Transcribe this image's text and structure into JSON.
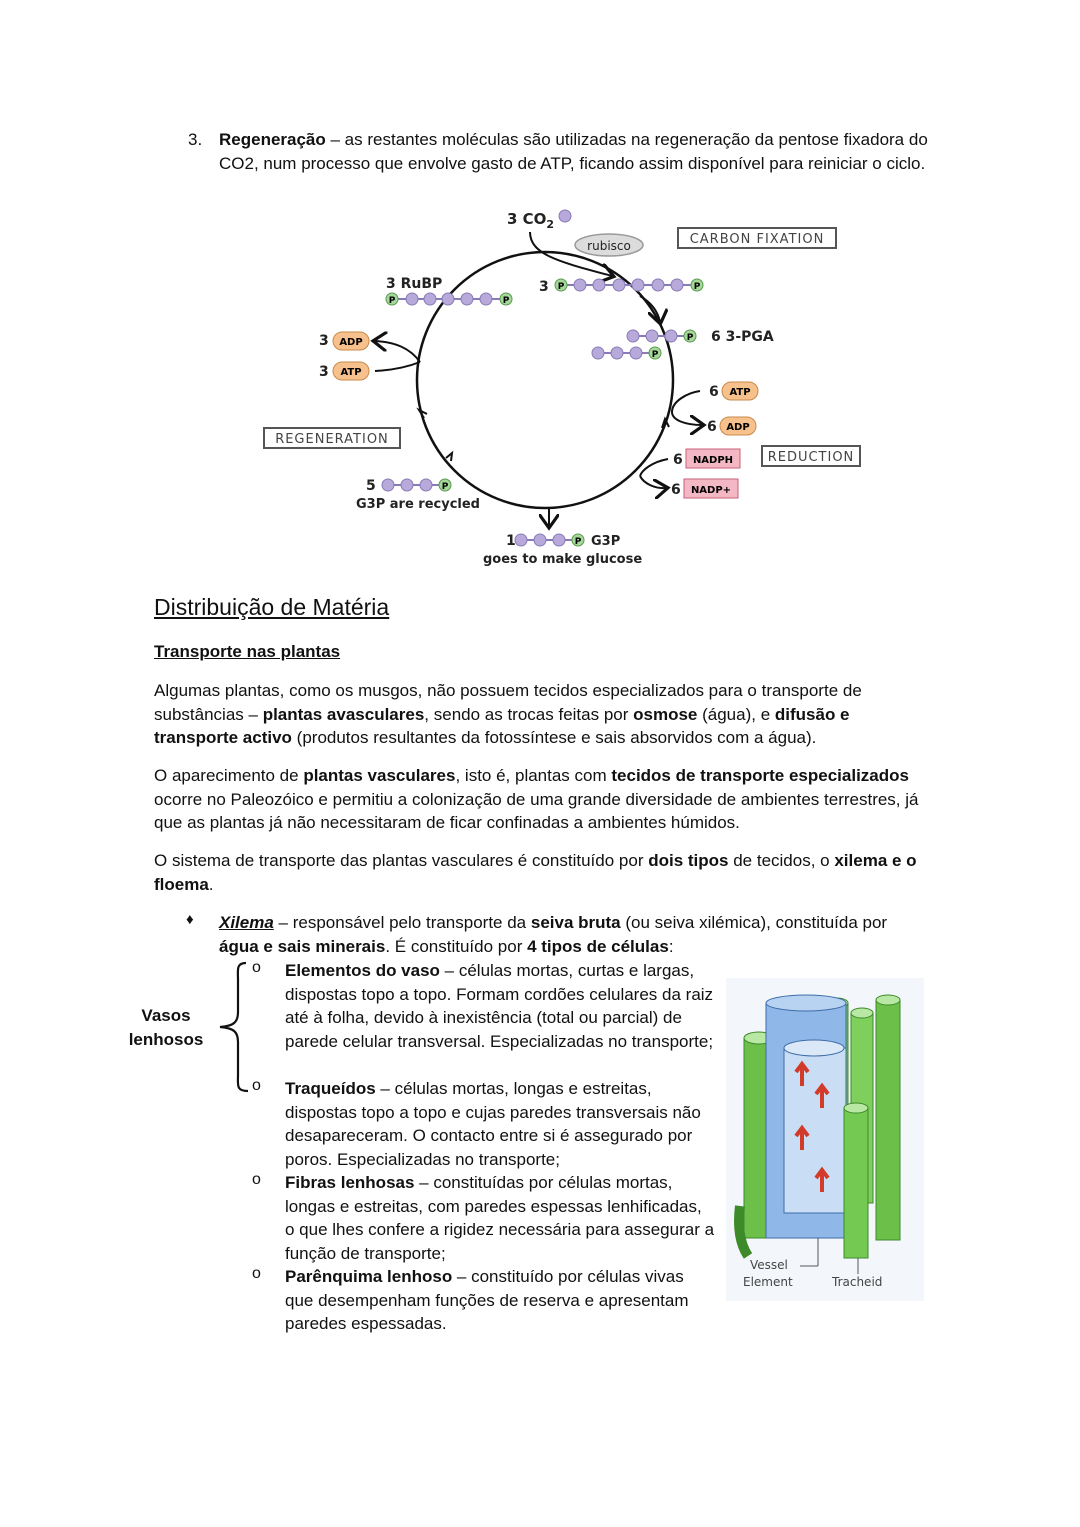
{
  "regen": {
    "number": "3.",
    "term": "Regeneração",
    "text": " – as restantes moléculas são utilizadas na regeneração da pentose fixadora do CO2, num processo que envolve gasto de ATP, ficando assim disponível para reiniciar o ciclo."
  },
  "diagram": {
    "co2": "3 CO",
    "co2_sub": "2",
    "rubisco": "rubisco",
    "carbon_fixation": "CARBON FIXATION",
    "rubp_label": "3 RuBP",
    "three": "3",
    "p": "P",
    "pga_label": "6 3-PGA",
    "adp_count": "3",
    "adp": "ADP",
    "atp_count": "3",
    "atp": "ATP",
    "atp6_count": "6",
    "atp6": "ATP",
    "adp6_count": "6",
    "adp6": "ADP",
    "regeneration": "REGENERATION",
    "reduction": "REDUCTION",
    "nadph_count": "6",
    "nadph": "NADPH",
    "nadp_count": "6",
    "nadp": "NADP+",
    "g3p5_count": "5",
    "g3p_recycled": "G3P are recycled",
    "g3p1_count": "1",
    "g3p": "G3P",
    "glucose": "goes to make glucose"
  },
  "section": {
    "title": "Distribuição de Matéria",
    "subtitle": "Transporte nas plantas"
  },
  "p1": {
    "a": "Algumas plantas, como os musgos, não possuem tecidos especializados para o transporte de substâncias – ",
    "b": "plantas avasculares",
    "c": ", sendo as trocas feitas por ",
    "d": "osmose",
    "e": " (água), e ",
    "f": "difusão e transporte activo",
    "g": " (produtos resultantes da fotossíntese e sais absorvidos com a água)."
  },
  "p2": {
    "a": "O aparecimento de ",
    "b": "plantas vasculares",
    "c": ", isto é, plantas com ",
    "d": "tecidos de transporte especializados",
    "e": " ocorre no Paleozóico e permitiu a colonização de uma grande diversidade de ambientes terrestres, já que as plantas já não necessitaram de ficar confinadas a ambientes húmidos."
  },
  "p3": {
    "a": "O sistema de transporte das plantas vasculares é constituído por ",
    "b": "dois tipos",
    "c": " de tecidos, o ",
    "d": "xilema e o floema",
    "e": "."
  },
  "xilema": {
    "bullet": "♦",
    "term": "Xilema",
    "a": " – responsável pelo transporte da ",
    "b": "seiva bruta",
    "c": " (ou seiva xilémica), constituída por ",
    "d": "água e sais minerais",
    "e": ". É constituído por ",
    "f": "4 tipos de células",
    "g": ":"
  },
  "vasos_label": "Vasos lenhosos",
  "sub_items": [
    {
      "marker": "o",
      "term": "Elementos do vaso",
      "text": " – células mortas, curtas e largas, dispostas topo a topo. Formam cordões celulares da raiz até à folha, devido à inexistência (total ou parcial) de parede celular transversal. Especializadas no transporte;"
    },
    {
      "marker": "o",
      "term": "Traqueídos",
      "text": " – células mortas, longas e estreitas, dispostas topo a topo e cujas paredes transversais não desapareceram. O contacto entre si é assegurado por poros. Especializadas no transporte;"
    },
    {
      "marker": "o",
      "term": "Fibras lenhosas",
      "text": " – constituídas por células mortas, longas e estreitas, com paredes espessas lenhificadas, o que lhes confere a rigidez necessária para assegurar a função de transporte;"
    },
    {
      "marker": "o",
      "term": "Parênquima lenhoso",
      "text": " – constituído por células vivas que desempenham funções de reserva e apresentam paredes espessadas."
    }
  ],
  "figure": {
    "vessel_line1": "Vessel",
    "vessel_line2": "Element",
    "tracheid": "Tracheid"
  }
}
